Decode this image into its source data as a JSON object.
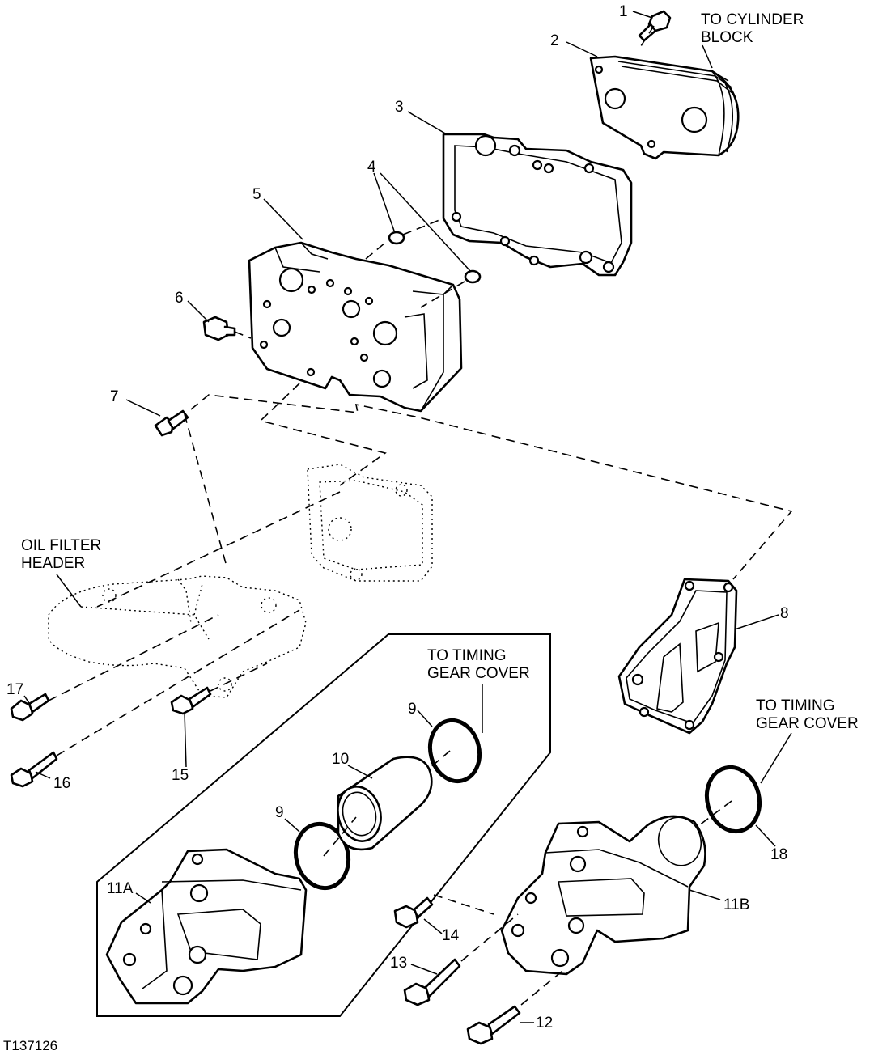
{
  "callouts": {
    "c1": "1",
    "c2": "2",
    "c3": "3",
    "c4": "4",
    "c5": "5",
    "c6": "6",
    "c7": "7",
    "c8": "8",
    "c9a": "9",
    "c9b": "9",
    "c10": "10",
    "c11a": "11A",
    "c11b": "11B",
    "c12": "12",
    "c13": "13",
    "c14": "14",
    "c15": "15",
    "c16": "16",
    "c17": "17",
    "c18": "18"
  },
  "labels": {
    "cylinder_block": [
      "TO CYLINDER",
      "BLOCK"
    ],
    "oil_filter_header": [
      "OIL FILTER",
      "HEADER"
    ],
    "timing_gear_cover_box": [
      "TO TIMING",
      "GEAR COVER"
    ],
    "timing_gear_cover_right": [
      "TO TIMING",
      "GEAR COVER"
    ]
  },
  "figure_id": "T137126"
}
